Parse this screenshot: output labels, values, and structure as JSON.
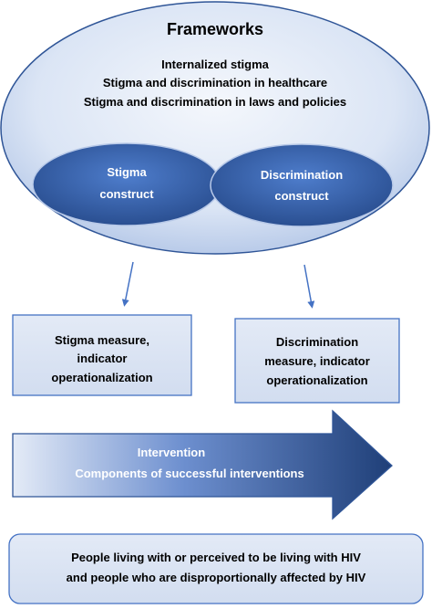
{
  "frameworks": {
    "title": "Frameworks",
    "lines": [
      "Internalized stigma",
      "Stigma and discrimination in healthcare",
      "Stigma and discrimination in laws and policies"
    ]
  },
  "constructs": {
    "stigma": [
      "Stigma",
      "construct"
    ],
    "discrimination": [
      "Discrimination",
      "construct"
    ]
  },
  "measures": {
    "stigma": [
      "Stigma measure,",
      "indicator",
      "operationalization"
    ],
    "discrimination": [
      "Discrimination",
      "measure, indicator",
      "operationalization"
    ]
  },
  "intervention": {
    "title": "Intervention",
    "subtitle": "Components of successful interventions"
  },
  "population": {
    "lines": [
      "People living with or perceived to be living with HIV",
      "and people who are disproportionally affected by HIV"
    ]
  },
  "colors": {
    "ellipse_light": "#e8eef8",
    "ellipse_mid": "#c4d3ec",
    "ellipse_edge": "#2f5597",
    "construct_fill": "#2f5597",
    "construct_light": "#4a78c7",
    "box_fill": "#dae3f3",
    "box_edge": "#4472c4",
    "arrow_line": "#4472c4",
    "arrow_light": "#d5e0f3",
    "arrow_dark": "#1f3f78",
    "text_dark": "#000000",
    "text_light": "#ffffff"
  }
}
